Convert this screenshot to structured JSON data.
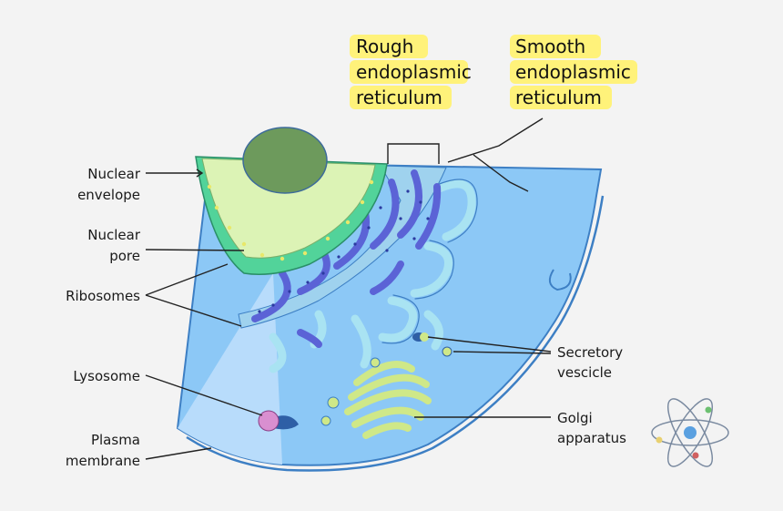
{
  "labels": {
    "rough_er": [
      "Rough",
      "endoplasmic",
      "reticulum"
    ],
    "smooth_er": [
      "Smooth",
      "endoplasmic",
      "reticulum"
    ],
    "nuclear_envelope": [
      "Nuclear",
      "envelope"
    ],
    "nuclear_pore": [
      "Nuclear",
      "pore"
    ],
    "ribosomes": [
      "Ribosomes"
    ],
    "lysosome": [
      "Lysosome"
    ],
    "plasma_membrane": [
      "Plasma",
      "membrane"
    ],
    "secretory_vesicle": [
      "Secretory",
      "vescicle"
    ],
    "golgi": [
      "Golgi",
      "apparatus"
    ]
  },
  "colors": {
    "background": "#f3f3f3",
    "cytoplasm": "#8cc8f6",
    "cytoplasm_light": "#b8dcfb",
    "membrane": "#3d7fc4",
    "nucleus": "#dcf3b5",
    "nuclear_envelope": "#52d39a",
    "nucleolus": "#6d9a5c",
    "rough_er": "#5b63d6",
    "smooth_er": "#a9e3f2",
    "golgi": "#cfe888",
    "lysosome": "#d98fd0",
    "highlight": "#fff27a"
  },
  "logo": "atom-icon"
}
